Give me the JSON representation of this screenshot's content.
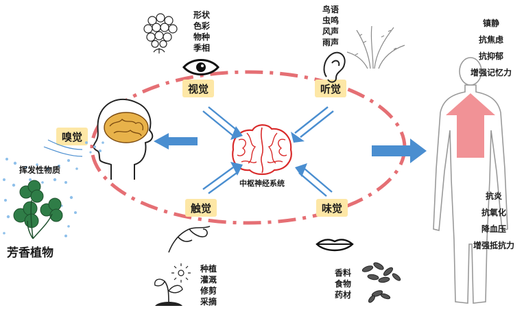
{
  "senses": {
    "vision": "视觉",
    "hearing": "听觉",
    "smell": "嗅觉",
    "touch": "触觉",
    "taste": "味觉"
  },
  "center": {
    "label": "中枢神经系统"
  },
  "plants": {
    "label": "芳香植物"
  },
  "volatile": {
    "label": "挥发性物质"
  },
  "vision_notes": [
    "形状",
    "色彩",
    "物种",
    "季相"
  ],
  "hearing_notes": [
    "鸟语",
    "虫鸣",
    "风声",
    "雨声"
  ],
  "touch_notes": [
    "种植",
    "灌溉",
    "修剪",
    "采摘"
  ],
  "taste_notes": [
    "香料",
    "食物",
    "药材"
  ],
  "effects_top": [
    "镇静",
    "抗焦虑",
    "抗抑郁",
    "增强记忆力"
  ],
  "effects_bottom": [
    "抗炎",
    "抗氧化",
    "降血压",
    "增强抵抗力"
  ],
  "colors": {
    "label_bg": "#fde7a6",
    "ellipse": "#e56f74",
    "arrow": "#4a8ed0",
    "brain": "#d92a2a",
    "body_arrow": "#f0868b",
    "leaf": "#2f7d47",
    "dots": "#8fc0ea"
  }
}
